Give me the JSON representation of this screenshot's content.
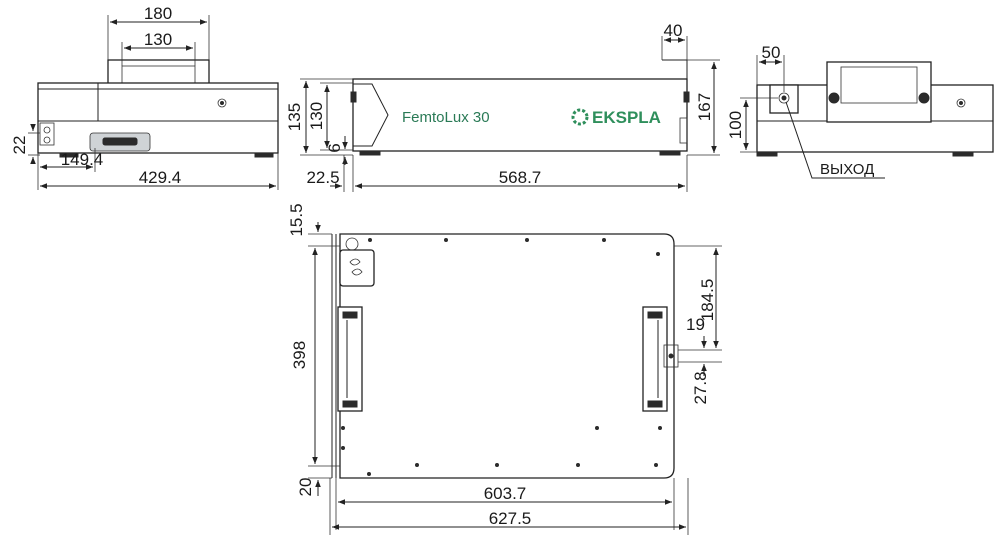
{
  "product": {
    "model_label": "FemtoLux 30",
    "brand_logo": "EKSPLA",
    "brand_color": "#2f8f5c"
  },
  "annotations": {
    "output_label": "ВЫХОД"
  },
  "dimensions": {
    "side_left": {
      "handle_outer": "180",
      "handle_inner": "130",
      "height_small": "22",
      "connector_offset": "149.4",
      "overall_length": "429.4"
    },
    "front": {
      "bracket_width": "40",
      "height_outer": "135",
      "height_inner": "130",
      "foot_height": "6",
      "height_with_bracket": "167",
      "base_offset": "22.5",
      "body_length": "568.7"
    },
    "side_right": {
      "output_offset": "50",
      "output_height": "100"
    },
    "top": {
      "top_margin": "15.5",
      "overall_height": "398",
      "bottom_margin": "20",
      "inner_width": "603.7",
      "overall_width": "627.5",
      "output_vertical": "184.5",
      "output_slot": "19",
      "output_spacing": "27.8"
    }
  }
}
